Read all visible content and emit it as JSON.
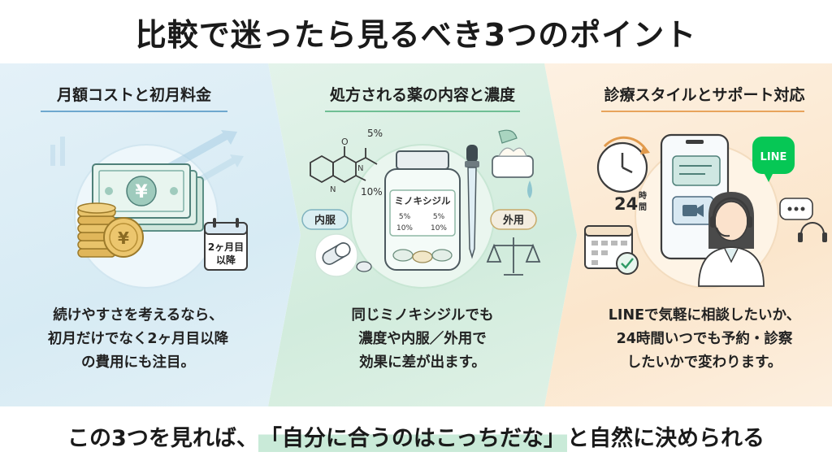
{
  "title": "比較で迷ったら見るべき3つのポイント",
  "panels": [
    {
      "heading": "月額コストと初月料金",
      "lines": [
        "続けやすさを考えるなら、",
        "初月だけでなく2ヶ月目以降",
        "の費用にも注目。"
      ],
      "illustration": {
        "banknote_symbol": "¥",
        "coin_symbol": "¥",
        "calendar_line1": "2ヶ月目",
        "calendar_line2": "以降"
      }
    },
    {
      "heading": "処方される薬の内容と濃度",
      "lines": [
        "同じミノキシジルでも",
        "濃度や内服／外用で",
        "効果に差が出ます。"
      ],
      "illustration": {
        "molecule_label_top": "5%",
        "molecule_label_bottom": "10%",
        "bottle_label": "ミノキシジル",
        "bottle_pct_a": "5%",
        "bottle_pct_b": "5%",
        "bottle_pct_c": "10%",
        "bottle_pct_d": "10%",
        "oral_tag": "内服",
        "topical_tag": "外用"
      }
    },
    {
      "heading": "診療スタイルとサポート対応",
      "lines": [
        "LINEで気軽に相談したいか、",
        "24時間いつでも予約・診察",
        "したいかで変わります。"
      ],
      "illustration": {
        "hours_number": "24",
        "hours_kanji_1": "時",
        "hours_kanji_2": "間",
        "line_badge": "LINE"
      }
    }
  ],
  "bottom": {
    "prefix": "この3つを見れば、",
    "highlight": "「自分に合うのはこっちだな」",
    "suffix": "と自然に決められる"
  },
  "colors": {
    "panel1_accent": "#6ea8cf",
    "panel2_accent": "#6fbf94",
    "panel3_accent": "#e8a45c",
    "line_green": "#06c755"
  },
  "icons": [
    "yen-banknote-icon",
    "coin-stack-icon",
    "growth-arrows-icon",
    "calendar-icon",
    "molecule-icon",
    "medicine-bottle-icon",
    "dropper-icon",
    "capsule-icon",
    "cream-jar-icon",
    "balance-scale-icon",
    "clock-icon",
    "smartphone-icon",
    "chat-icon",
    "video-icon",
    "line-logo-icon",
    "operator-headset-icon",
    "check-calendar-icon"
  ]
}
